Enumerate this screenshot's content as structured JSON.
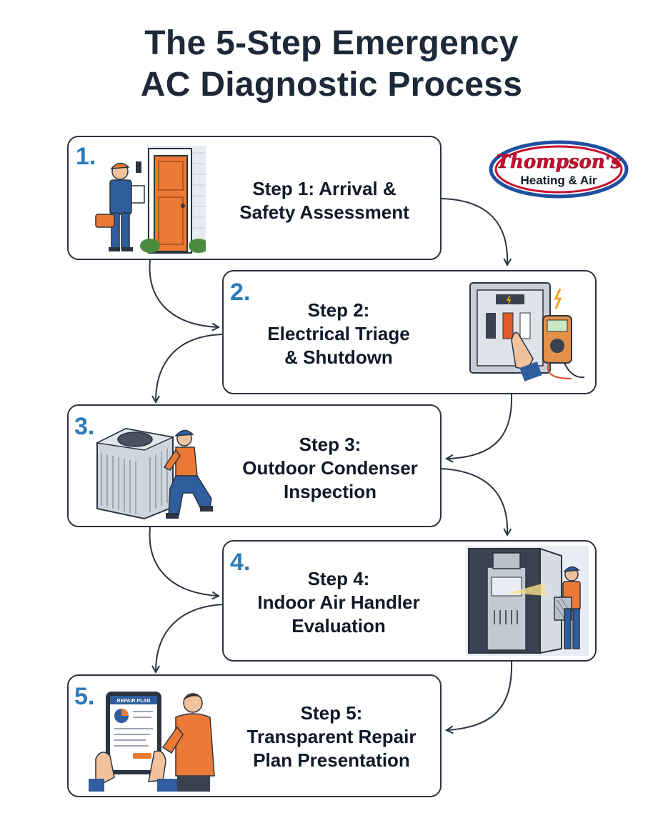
{
  "title": {
    "line1": "The 5-Step Emergency",
    "line2": "AC Diagnostic Process"
  },
  "logo": {
    "name": "Thompson's",
    "subtitle": "Heating & Air"
  },
  "steps": [
    {
      "number": "1.",
      "line1": "Step 1: Arrival &",
      "line2": "Safety Assessment",
      "line3": ""
    },
    {
      "number": "2.",
      "line1": "Step 2:",
      "line2": "Electrical Triage",
      "line3": "& Shutdown"
    },
    {
      "number": "3.",
      "line1": "Step 3:",
      "line2": "Outdoor Condenser",
      "line3": "Inspection"
    },
    {
      "number": "4.",
      "line1": "Step 4:",
      "line2": "Indoor Air Handler",
      "line3": "Evaluation"
    },
    {
      "number": "5.",
      "line1": "Step 5:",
      "line2": "Transparent Repair",
      "line3": "Plan Presentation"
    }
  ],
  "tablet_label": "REPAIR PLAN",
  "colors": {
    "accent_blue": "#2b7bb9",
    "navy": "#1d2838",
    "orange": "#ea7a35",
    "logo_red": "#c8102e",
    "logo_blue": "#1f4fa0"
  }
}
